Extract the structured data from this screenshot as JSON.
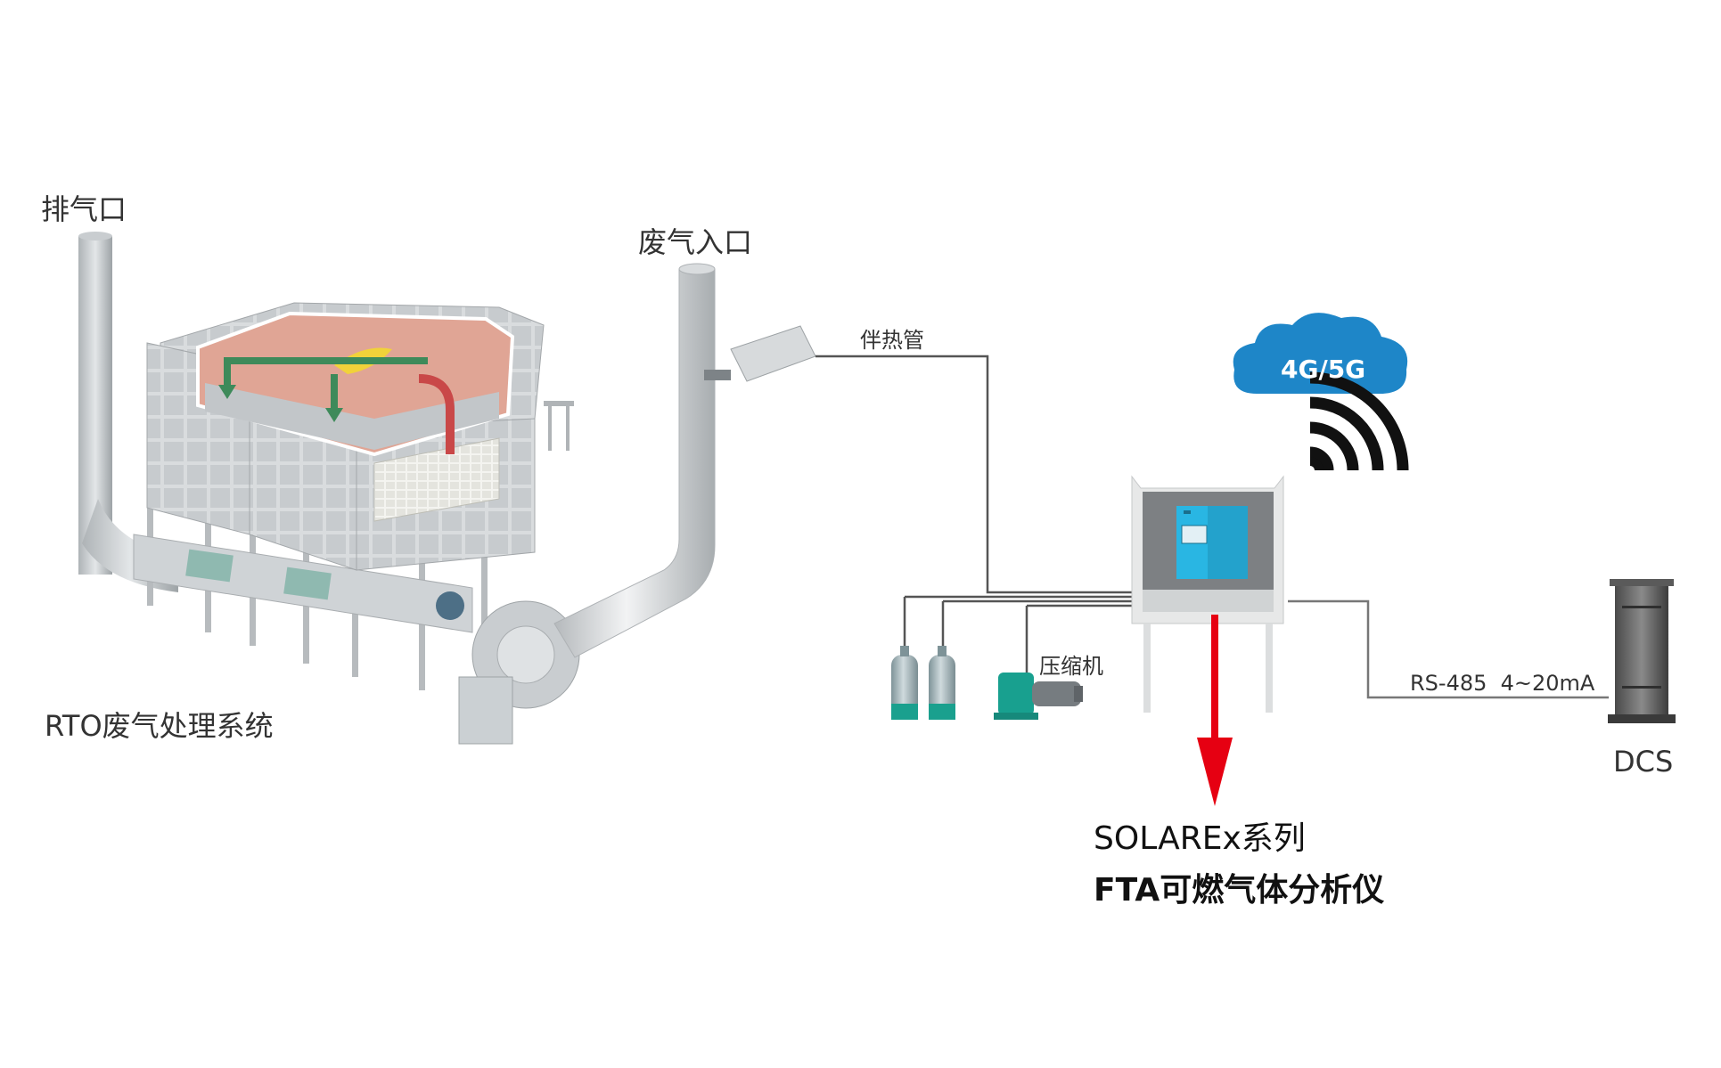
{
  "labels": {
    "exhaust_outlet": "排气口",
    "waste_gas_inlet": "废气入口",
    "rto_system": "RTO废气处理系统",
    "heat_trace_pipe": "伴热管",
    "network": "4G/5G",
    "compressor": "压缩机",
    "protocol": "RS-485  4~20mA",
    "dcs": "DCS",
    "analyzer_series": "SOLAREx系列",
    "analyzer_name": "FTA可燃气体分析仪"
  },
  "colors": {
    "cloud": "#1e86c8",
    "analyzer_body": "#29b6e3",
    "arrow": "#e60012",
    "pipe_line": "#555555",
    "gas_cylinder": "#9fb3b8",
    "cylinder_base": "#1aa08e",
    "heat_zone": "#e8a89a"
  }
}
